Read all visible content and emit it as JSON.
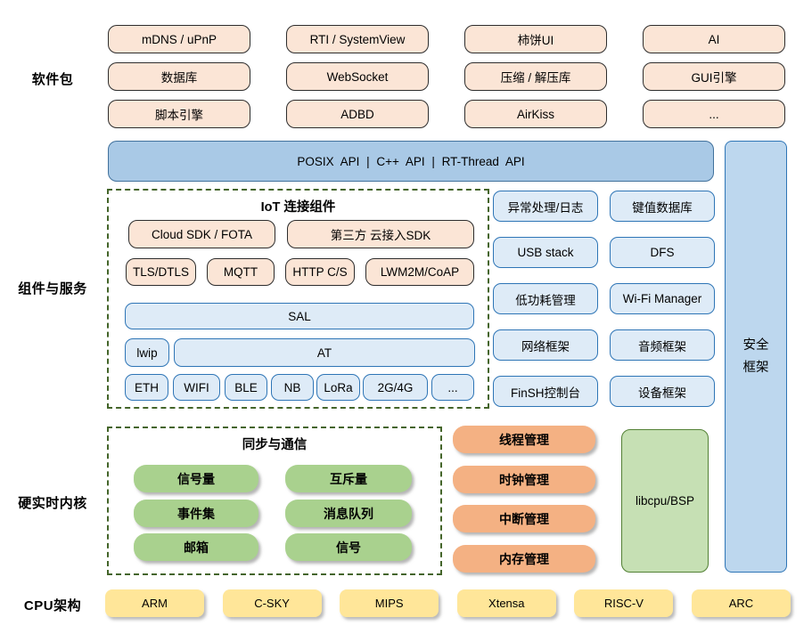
{
  "section_labels": {
    "software": "软件包",
    "components": "组件与服务",
    "kernel": "硬实时内核",
    "cpu": "CPU架构"
  },
  "software_packages": {
    "rows": [
      [
        "mDNS / uPnP",
        "RTI / SystemView",
        "柿饼UI",
        "AI"
      ],
      [
        "数据库",
        "WebSocket",
        "压缩 / 解压库",
        "GUI引擎"
      ],
      [
        "脚本引擎",
        "ADBD",
        "AirKiss",
        "..."
      ]
    ]
  },
  "api_bar": {
    "label": "POSIX API | C++ API | RT-Thread API"
  },
  "iot": {
    "title": "IoT 连接组件",
    "cloud_sdk": "Cloud SDK / FOTA",
    "third_party_sdk": "第三方 云接入SDK",
    "protocols": [
      "TLS/DTLS",
      "MQTT",
      "HTTP C/S",
      "LWM2M/CoAP"
    ],
    "sal": "SAL",
    "lwip": "lwip",
    "at": "AT",
    "links": [
      "ETH",
      "WIFI",
      "BLE",
      "NB",
      "LoRa",
      "2G/4G",
      "..."
    ]
  },
  "services": {
    "rows": [
      [
        "异常处理/日志",
        "键值数据库"
      ],
      [
        "USB stack",
        "DFS"
      ],
      [
        "低功耗管理",
        "Wi-Fi Manager"
      ],
      [
        "网络框架",
        "音频框架"
      ],
      [
        "FinSH控制台",
        "设备框架"
      ]
    ]
  },
  "security_framework": {
    "line1": "安全",
    "line2": "框架"
  },
  "kernel": {
    "sync_title": "同步与通信",
    "sync_rows": [
      [
        "信号量",
        "互斥量"
      ],
      [
        "事件集",
        "消息队列"
      ],
      [
        "邮箱",
        "信号"
      ]
    ],
    "managers": [
      "线程管理",
      "时钟管理",
      "中断管理",
      "内存管理"
    ],
    "libcpu": "libcpu/BSP"
  },
  "cpu_archs": [
    "ARM",
    "C-SKY",
    "MIPS",
    "Xtensa",
    "RISC-V",
    "ARC"
  ],
  "colors": {
    "peach_fill": "#fbe5d6",
    "blue_light_fill": "#deebf7",
    "blue_border": "#2e75b6",
    "api_bar_fill": "#a9c9e6",
    "security_fill": "#bdd7ee",
    "green_pill": "#a9d18e",
    "orange_pill": "#f4b183",
    "yellow_fill": "#ffe699",
    "libcpu_fill": "#c6e0b4",
    "libcpu_border": "#538135",
    "dashed_border_green": "#44652a"
  }
}
